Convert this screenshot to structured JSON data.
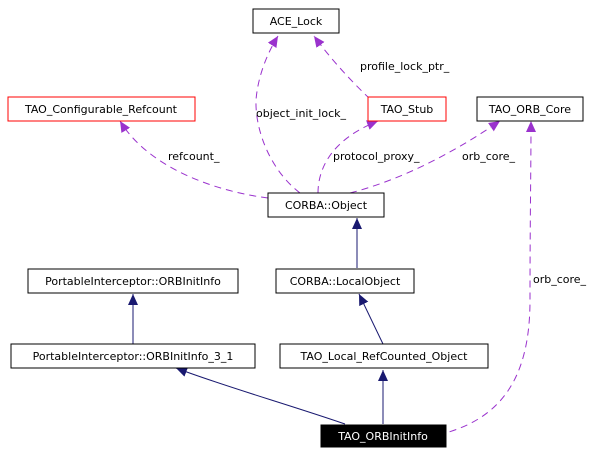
{
  "colors": {
    "inherit": "#191970",
    "usage": "#9a32cd",
    "box_border": "#000000",
    "box_border_undoc": "#ff0000",
    "focus_fill": "#000000",
    "focus_text": "#ffffff"
  },
  "nodes": {
    "ace_lock": "ACE_Lock",
    "tao_configurable_refcount": "TAO_Configurable_Refcount",
    "tao_stub": "TAO_Stub",
    "tao_orb_core": "TAO_ORB_Core",
    "corba_object": "CORBA::Object",
    "pi_orbinitinfo": "PortableInterceptor::ORBInitInfo",
    "corba_localobject": "CORBA::LocalObject",
    "pi_orbinitinfo_3_1": "PortableInterceptor::ORBInitInfo_3_1",
    "tao_local_refcounted_object": "TAO_Local_RefCounted_Object",
    "tao_orbinitinfo": "TAO_ORBInitInfo"
  },
  "edge_labels": {
    "profile_lock_ptr": "profile_lock_ptr_",
    "object_init_lock": "object_init_lock_",
    "refcount": "refcount_",
    "protocol_proxy": "protocol_proxy_",
    "orb_core_obj": "orb_core_",
    "orb_core_info": "orb_core_"
  }
}
